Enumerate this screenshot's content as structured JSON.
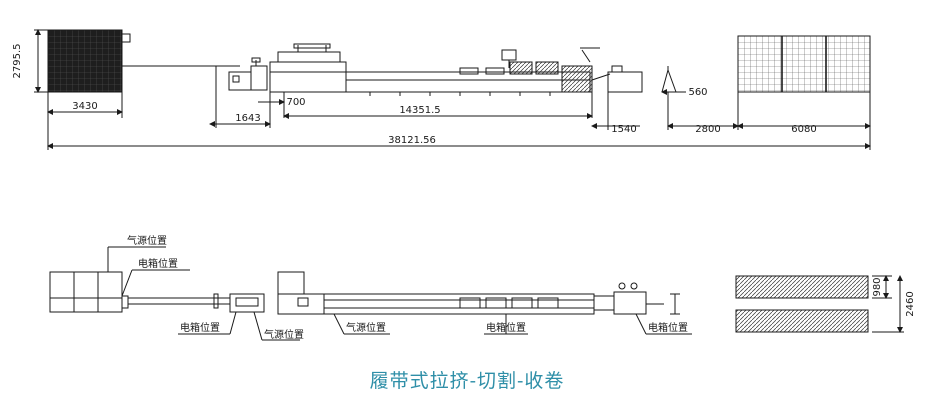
{
  "dimensions": {
    "height_left": "2795.5",
    "furnace_width": "3430",
    "gap_700": "700",
    "span_1643": "1643",
    "main_length": "14351.5",
    "cutter_1540": "1540",
    "span_560": "560",
    "span_2800": "2800",
    "rack_6080": "6080",
    "total": "38121.56",
    "rack_width_980": "980",
    "rack_total_2460": "2460"
  },
  "labels": {
    "air_source_top": "气源位置",
    "electric_box_top": "电箱位置",
    "electric_box_left": "电箱位置",
    "air_source_mid": "气源位置",
    "air_source_main": "气源位置",
    "electric_box_mid": "电箱位置",
    "electric_box_right": "电箱位置"
  },
  "caption": "履带式拉挤-切割-收卷",
  "colors": {
    "line": "#1a1a1a",
    "caption": "#2f8fa8"
  }
}
